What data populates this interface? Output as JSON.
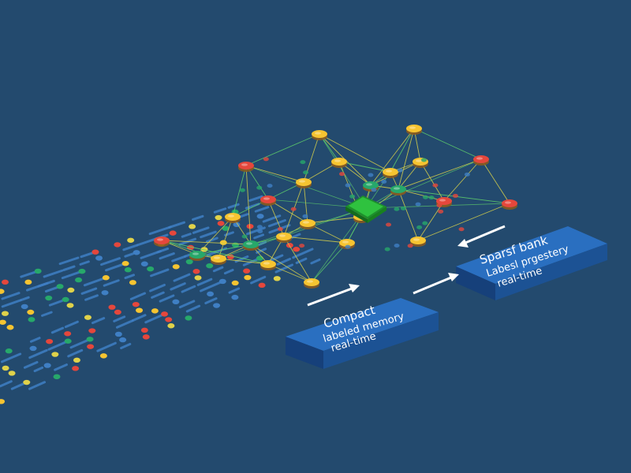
{
  "colors": {
    "background": "#234a6e",
    "stream_blue": "#3f7fc4",
    "edge_yellow": "#d9d24a",
    "edge_green": "#5fd16b",
    "node_red": "#e5473c",
    "node_yellow": "#f6c431",
    "node_green": "#27a86a",
    "chip": "#2fc23f",
    "box_top": "#2a6fc0",
    "box_side": "#16407a",
    "arrow": "#ffffff"
  },
  "boxes": {
    "compact": {
      "lines": [
        "Compact",
        "labeled memory",
        "real-time"
      ]
    },
    "sparse": {
      "lines": [
        "Sparsf bank",
        "Labesl prgestery",
        "real-time"
      ]
    }
  },
  "icons": [
    "arrow-right-icon",
    "arrow-left-icon",
    "chip-icon"
  ]
}
